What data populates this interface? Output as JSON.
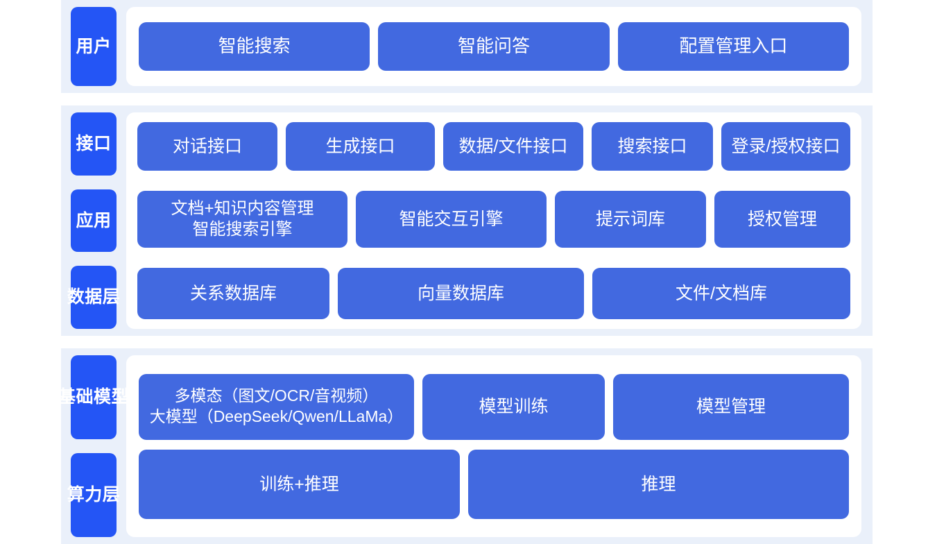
{
  "theme": {
    "page_background": "#ffffff",
    "band_background": "#eaf0fa",
    "panel_background": "#ffffff",
    "label_tab_color": "#2455f5",
    "card_color": "#4269e0",
    "card_text_color": "#ffffff"
  },
  "layers": {
    "user": {
      "label": "用户",
      "cards": [
        {
          "label": "智能搜索"
        },
        {
          "label": "智能问答"
        },
        {
          "label": "配置管理入口"
        }
      ]
    },
    "interface": {
      "label": "接口",
      "cards": [
        {
          "label": "对话接口"
        },
        {
          "label": "生成接口"
        },
        {
          "label": "数据/文件接口"
        },
        {
          "label": "搜索接口"
        },
        {
          "label": "登录/授权接口"
        }
      ]
    },
    "application": {
      "label": "应用",
      "cards": [
        {
          "label": "文档+知识内容管理\n智能搜索引擎"
        },
        {
          "label": "智能交互引擎"
        },
        {
          "label": "提示词库"
        },
        {
          "label": "授权管理"
        }
      ]
    },
    "data": {
      "label": "数据层",
      "cards": [
        {
          "label": "关系数据库"
        },
        {
          "label": "向量数据库"
        },
        {
          "label": "文件/文档库"
        }
      ]
    },
    "foundation_model": {
      "label": "基础模型",
      "cards": [
        {
          "label": "多模态（图文/OCR/音视频）\n大模型（DeepSeek/Qwen/LLaMa）"
        },
        {
          "label": "模型训练"
        },
        {
          "label": "模型管理"
        }
      ]
    },
    "compute": {
      "label": "算力层",
      "cards": [
        {
          "label": "训练+推理"
        },
        {
          "label": "推理"
        }
      ]
    }
  }
}
